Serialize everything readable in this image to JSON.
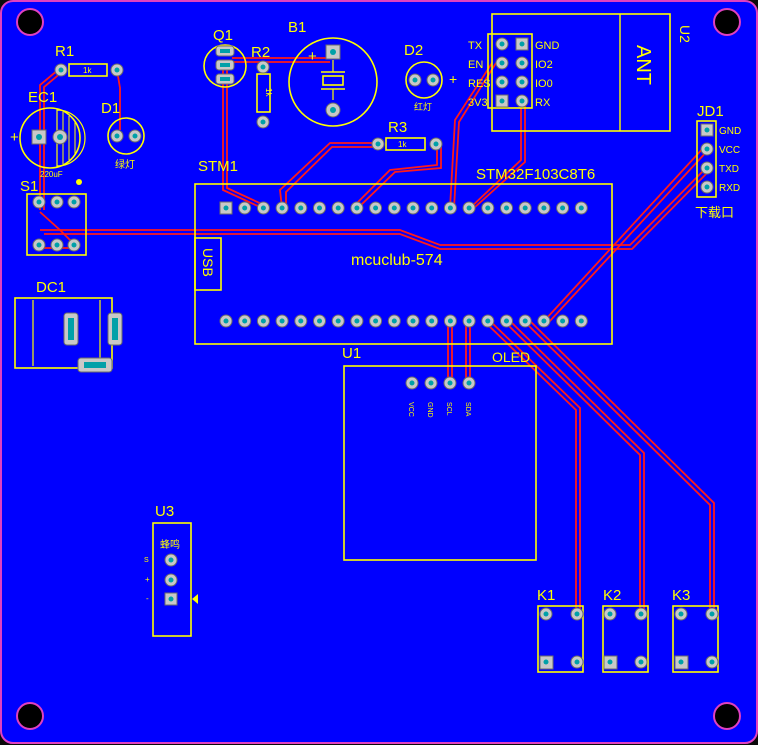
{
  "board": {
    "background_color": "#0000ff",
    "silk_color": "#ffff00",
    "trace_color": "#ff1a1a",
    "pad_color": "#c8c8c8",
    "hole_color": "#00a0a8"
  },
  "labels": {
    "r1": "R1",
    "r1_value": "1k",
    "ec1": "EC1",
    "ec1_value": "220uF",
    "ec1_plus": "+",
    "d1": "D1",
    "d1_sub": "绿灯",
    "s1": "S1",
    "dc1": "DC1",
    "q1": "Q1",
    "r2": "R2",
    "r2_value": "1k",
    "b1": "B1",
    "b1_plus": "+",
    "d2": "D2",
    "d2_plus": "+",
    "d2_sub": "红灯",
    "r3": "R3",
    "r3_value": "1k",
    "stm1": "STM1",
    "mcu_part": "STM32F103C8T6",
    "mcu_text": "mcuclub-574",
    "usb": "USB",
    "u1": "U1",
    "oled": "OLED",
    "oled_pins": [
      "VCC",
      "GND",
      "SCL",
      "SDA"
    ],
    "u2": "U2",
    "ant": "ANT",
    "u2_pins_left": [
      "TX",
      "EN",
      "RES",
      "3V3"
    ],
    "u2_pins_right": [
      "GND",
      "IO2",
      "IO0",
      "RX"
    ],
    "jd1": "JD1",
    "jd1_pins": [
      "GND",
      "VCC",
      "TXD",
      "RXD"
    ],
    "jd1_caption": "下载口",
    "u3": "U3",
    "u3_title": "蜂鸣",
    "u3_pins": [
      "S",
      "+",
      "-"
    ],
    "k1": "K1",
    "k2": "K2",
    "k3": "K3"
  }
}
